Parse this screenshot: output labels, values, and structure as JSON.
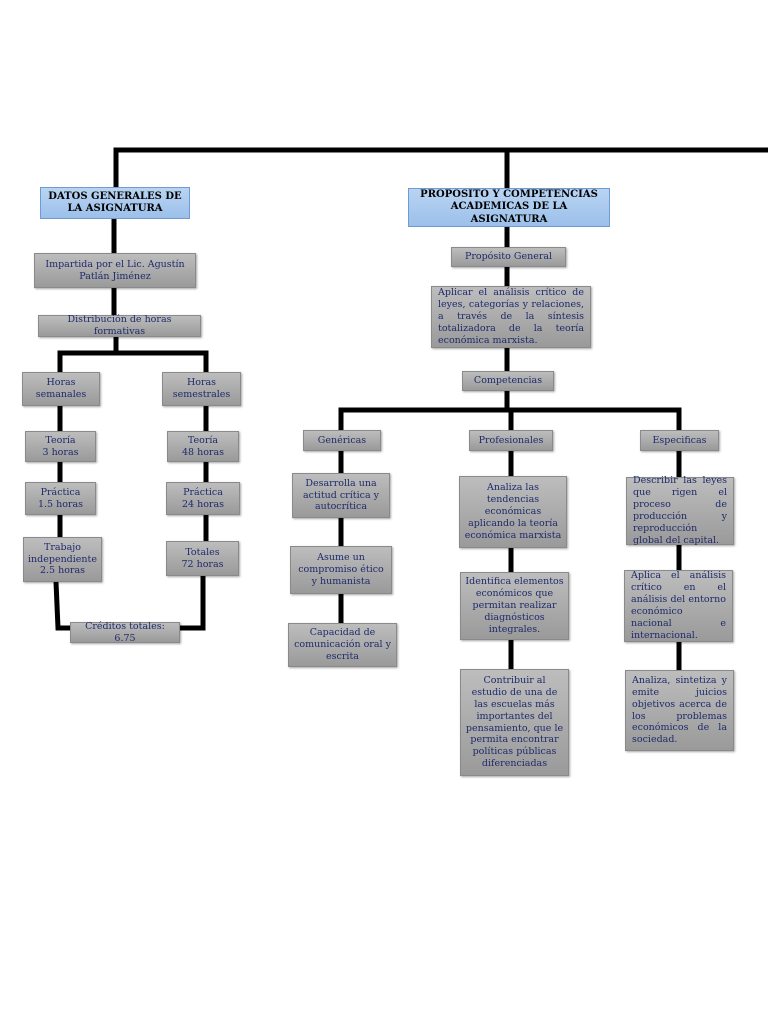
{
  "left": {
    "header": "DATOS GENERALES DE LA ASIGNATURA",
    "instructor": "Impartida por el Lic. Agustín Patlán Jiménez",
    "distribution": "Distribución de horas formativas",
    "weekly": {
      "title": "Horas semanales",
      "theory": "Teoría\n3 horas",
      "practice": "Práctica\n1.5 horas",
      "independent": "Trabajo independiente\n2.5 horas"
    },
    "semester": {
      "title": "Horas semestrales",
      "theory": "Teoría\n48 horas",
      "practice": "Práctica\n24 horas",
      "totals": "Totales\n72 horas"
    },
    "credits": "Créditos totales: 6.75"
  },
  "right": {
    "header": "PROPOSITO Y COMPETENCIAS ACADEMICAS DE LA ASIGNATURA",
    "general_purpose_label": "Propósito General",
    "general_purpose_text": "Aplicar el análisis crítico de leyes, categorías y relaciones, a través de la síntesis totalizadora de la teoría económica marxista.",
    "competencies_label": "Competencias",
    "generic": {
      "label": "Genéricas",
      "items": [
        "Desarrolla una actitud crítica y autocrítica",
        "Asume un compromiso ético y humanista",
        "Capacidad de comunicación oral y escrita"
      ]
    },
    "professional": {
      "label": "Profesionales",
      "items": [
        "Analiza las tendencias económicas aplicando la teoría económica marxista",
        "Identifica elementos económicos que permitan realizar diagnósticos integrales.",
        "Contribuir al estudio de una de las escuelas más importantes del pensamiento, que le permita encontrar políticas públicas diferenciadas"
      ]
    },
    "specific": {
      "label": "Especificas",
      "items": [
        "Describir las leyes que rigen el proceso de producción y reproducción global del capital.",
        "Aplica el análisis crítico en el análisis del entorno económico nacional e internacional.",
        "Analiza, sintetiza y emite juicios objetivos acerca de los problemas económicos de la sociedad."
      ]
    }
  }
}
